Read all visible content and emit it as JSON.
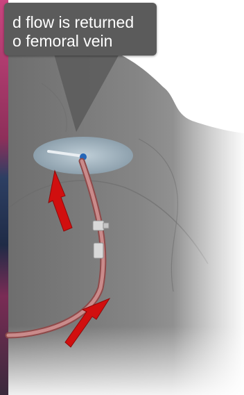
{
  "callout": {
    "line1": "d flow is returned",
    "line2": "o femoral vein"
  },
  "colors": {
    "callout_bg": "#5b5b5b",
    "callout_text": "#ffffff",
    "tissue_gray": "#7e7e7e",
    "tubing": "#b76a6a",
    "arrow_red": "#d10f0f",
    "left_strip_magenta": "#b63a73",
    "left_strip_navy": "#2d3f63"
  },
  "icons": {
    "flow_arrows": "red-flow-arrow",
    "connector": "tube-connector-icon",
    "cannula": "cannula-icon"
  }
}
